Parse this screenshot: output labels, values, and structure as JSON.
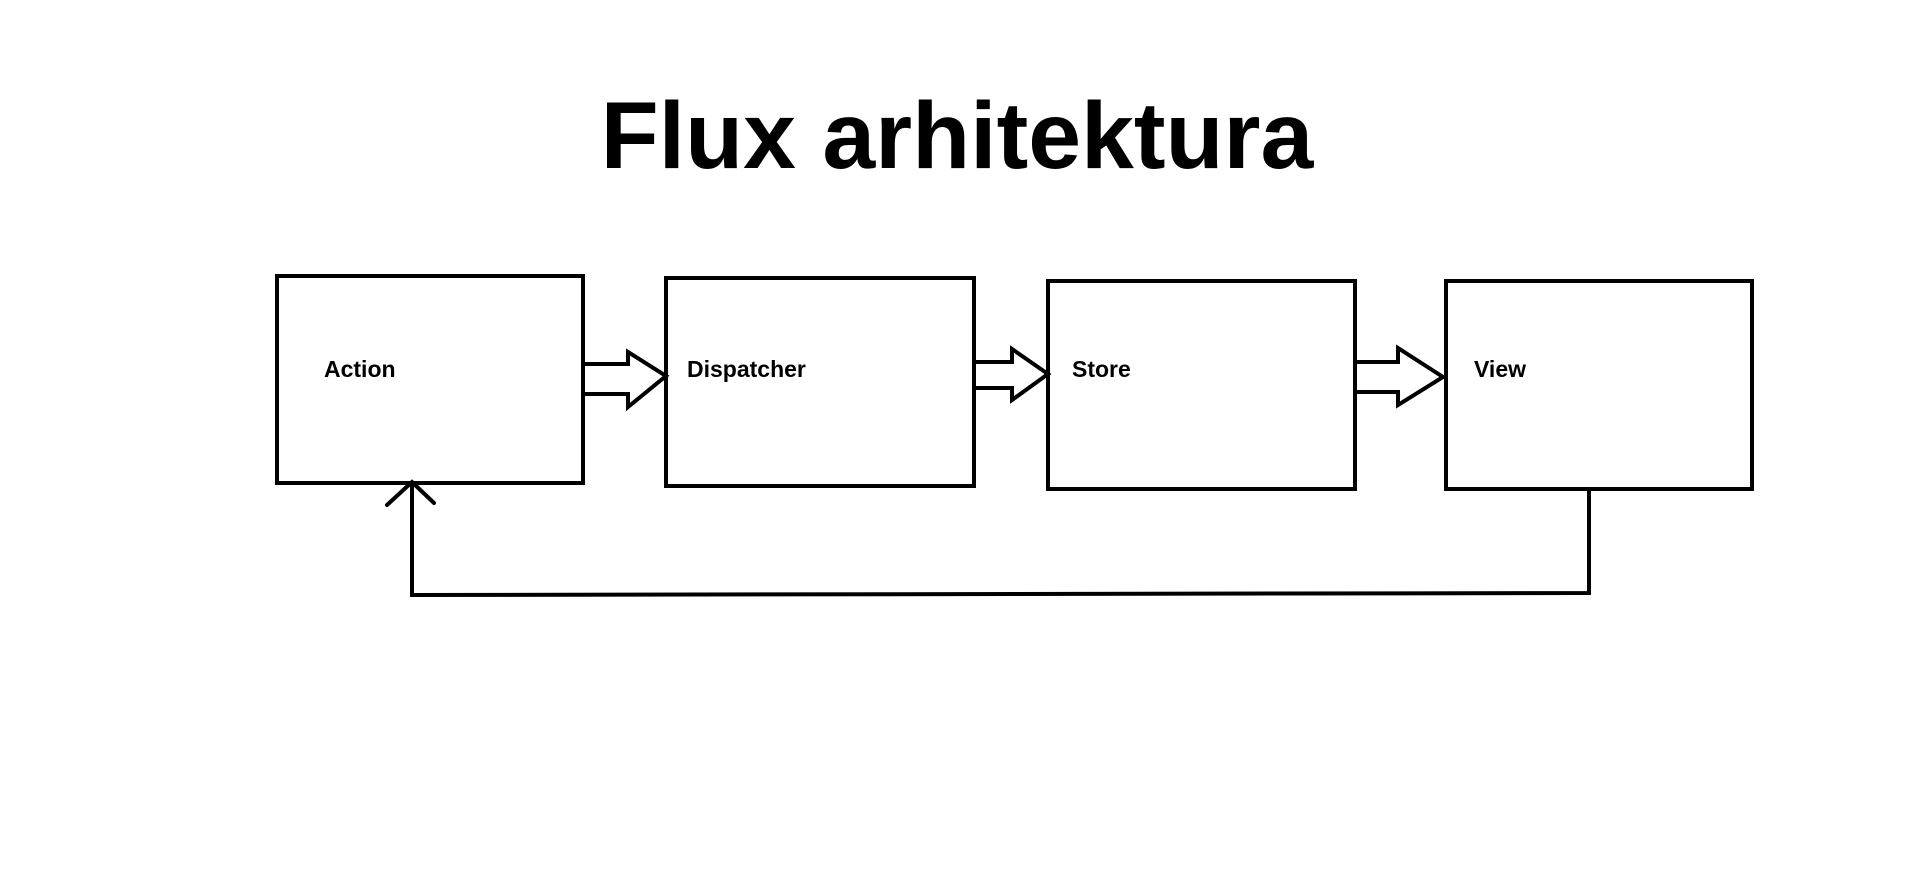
{
  "title": "Flux arhitektura",
  "nodes": [
    {
      "id": "action",
      "label": "Action"
    },
    {
      "id": "dispatcher",
      "label": "Dispatcher"
    },
    {
      "id": "store",
      "label": "Store"
    },
    {
      "id": "view",
      "label": "View"
    }
  ],
  "edges": [
    {
      "from": "action",
      "to": "dispatcher",
      "style": "hollow-arrow"
    },
    {
      "from": "dispatcher",
      "to": "store",
      "style": "hollow-arrow"
    },
    {
      "from": "store",
      "to": "view",
      "style": "hollow-arrow"
    },
    {
      "from": "view",
      "to": "action",
      "style": "feedback-line"
    }
  ],
  "colors": {
    "background": "#ffffff",
    "stroke": "#000000",
    "text": "#000000"
  }
}
